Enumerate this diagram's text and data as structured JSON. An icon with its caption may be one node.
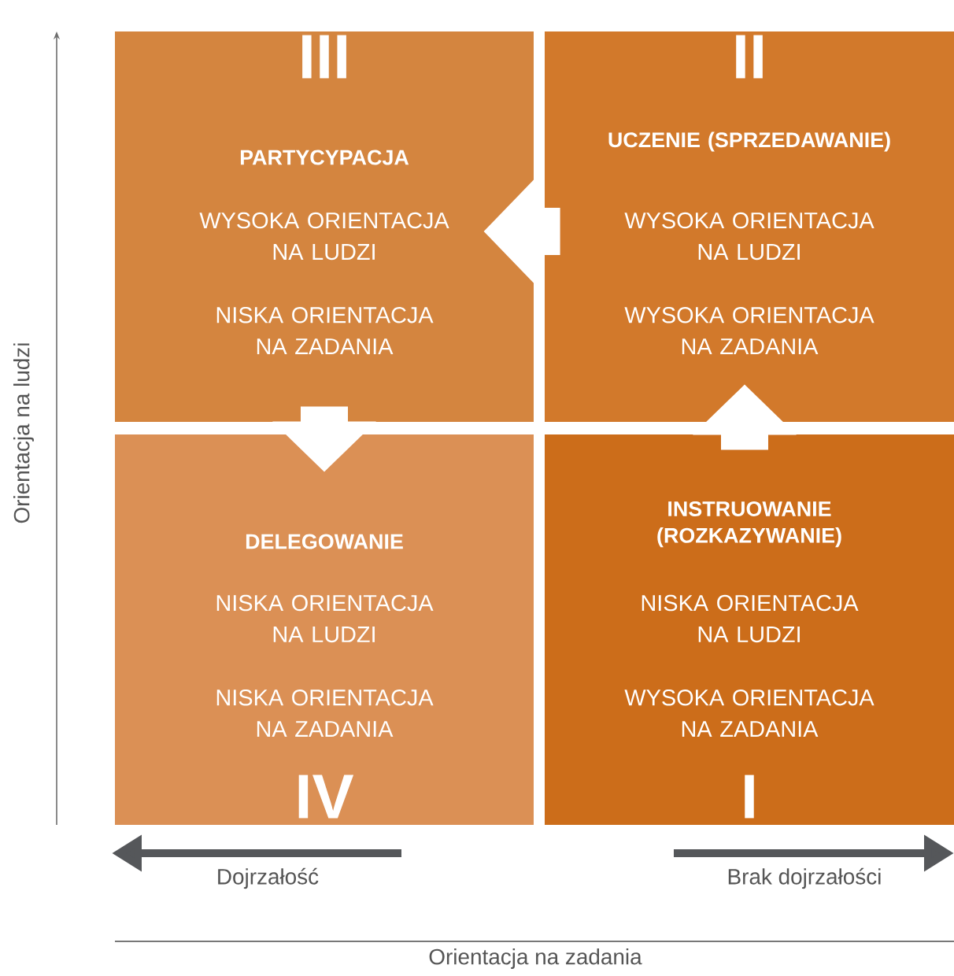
{
  "diagram": {
    "nodes": [
      {
        "text": [
          "III",
          "PARTYCYPACJA",
          "WYSOKA ORIENTACJA NA LUDZI",
          "NISKA ORIENTACJA NA ZADANIA"
        ]
      },
      {
        "text": [
          "II",
          "UCZENIE (SPRZEDAWANIE)",
          "WYSOKA ORIENTACJA NA LUDZI",
          "WYSOKA ORIENTACJA NA ZADANIA"
        ]
      },
      {
        "text": [
          "DELEGOWANIE",
          "NISKA ORIENTACJA NA LUDZI",
          "NISKA ORIENTACJA NA ZADANIA",
          "IV"
        ]
      },
      {
        "text": [
          "INSTRUOWANIE (ROZKAZYWANIE)",
          "NISKA ORIENTACJA NA LUDZI",
          "WYSOKA ORIENTACJA NA ZADANIA",
          "I"
        ]
      }
    ],
    "edges": [
      {
        "from": 1,
        "to": 0,
        "arrow": "to"
      },
      {
        "from": 0,
        "to": 2,
        "arrow": "to"
      },
      {
        "from": 3,
        "to": 1,
        "arrow": "to"
      }
    ],
    "labels": [
      "Orientacja na ludzi",
      "Dojrzałość",
      "Brak dojrzałości",
      "Orientacja na zadania"
    ]
  }
}
